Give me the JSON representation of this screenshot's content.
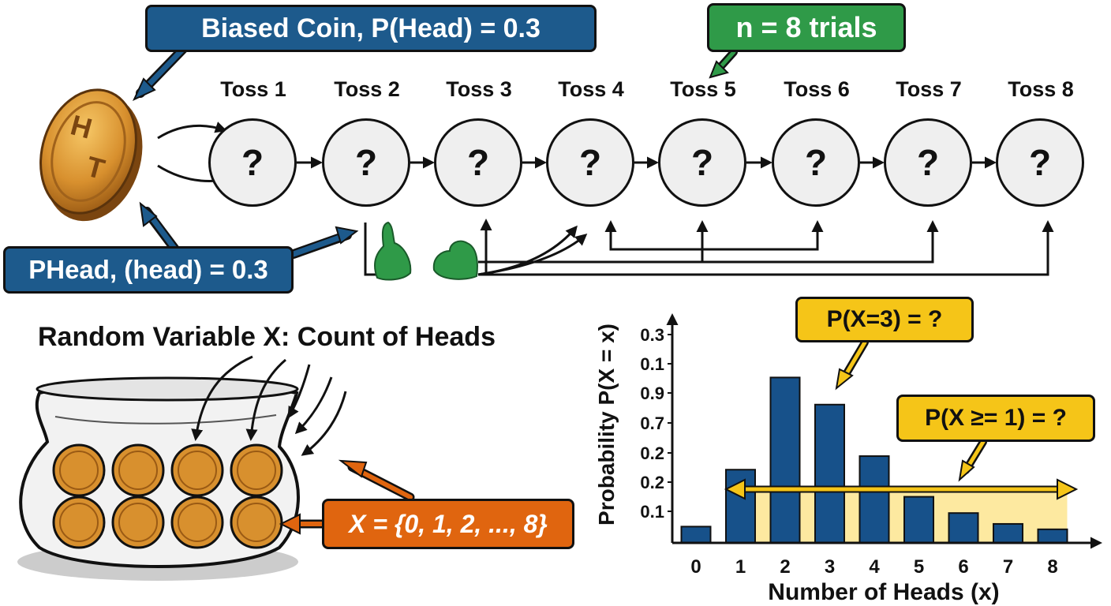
{
  "colors": {
    "blue": "#1d5a8c",
    "green": "#2f9a48",
    "orange": "#e0650f",
    "yellow": "#f5c518",
    "bar_blue": "#17518a",
    "highlight": "#fde9a0",
    "coin": "#d8902e",
    "circle_fill": "#efefef"
  },
  "labels": {
    "biased_coin": "Biased Coin, P(Head)  = 0.3",
    "n_trials": "n = 8 trials",
    "phead": "PHead, (head) = 0.3",
    "random_variable": "Random Variable X: Count of Heads",
    "x_set": "X = {0, 1, 2, ..., 8}",
    "coin_h": "H",
    "coin_t": "T"
  },
  "tosses": [
    {
      "label": "Toss 1",
      "value": "?"
    },
    {
      "label": "Toss 2",
      "value": "?"
    },
    {
      "label": "Toss 3",
      "value": "?"
    },
    {
      "label": "Toss 4",
      "value": "?"
    },
    {
      "label": "Toss 5",
      "value": "?"
    },
    {
      "label": "Toss 6",
      "value": "?"
    },
    {
      "label": "Toss 7",
      "value": "?"
    },
    {
      "label": "Toss 8",
      "value": "?"
    }
  ],
  "chart_data": {
    "type": "bar",
    "xlabel": "Number of Heads (x)",
    "ylabel": "Probability P(X = x)",
    "categories": [
      "0",
      "1",
      "2",
      "3",
      "4",
      "5",
      "6",
      "7",
      "8"
    ],
    "values": [
      0.06,
      0.27,
      0.61,
      0.51,
      0.32,
      0.17,
      0.11,
      0.07,
      0.05
    ],
    "ytick_labels": [
      "0.1",
      "0.2",
      "0.2",
      "0.7",
      "0.9",
      "0.1",
      "0.3"
    ],
    "ylim": [
      0,
      0.78
    ],
    "highlight_range": [
      1,
      8
    ],
    "annotations": [
      "P(X=3) = ?",
      "P(X ≥= 1) = ?"
    ]
  }
}
